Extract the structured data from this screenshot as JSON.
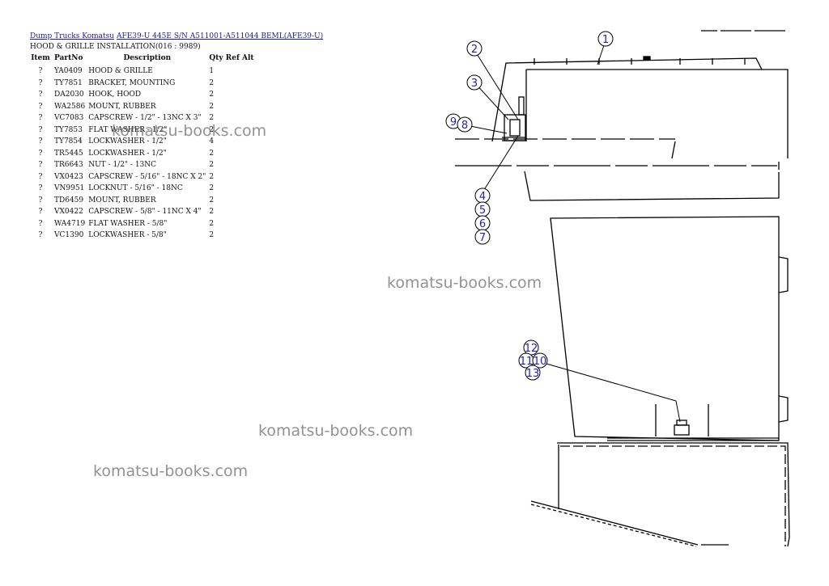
{
  "breadcrumb": {
    "link1": "Dump Trucks Komatsu",
    "link2": "AFE39-U 445E S/N A511001-A511044 BEML(AFE39-U)"
  },
  "page_title": "HOOD & GRILLE INSTALLATION(016 : 9989)",
  "table": {
    "headers": {
      "item": "Item",
      "partno": "PartNo",
      "description": "Description",
      "qty": "Qty",
      "ref": "Ref",
      "alt": "Alt"
    },
    "rows": [
      {
        "item": "?",
        "partno": "YA0409",
        "description": "HOOD & GRILLE",
        "qty": "1"
      },
      {
        "item": "?",
        "partno": "TY7851",
        "description": "BRACKET, MOUNTING",
        "qty": "2"
      },
      {
        "item": "?",
        "partno": "DA2030",
        "description": "HOOK, HOOD",
        "qty": "2"
      },
      {
        "item": "?",
        "partno": "WA2586",
        "description": "MOUNT, RUBBER",
        "qty": "2"
      },
      {
        "item": "?",
        "partno": "VC7083",
        "description": "CAPSCREW - 1/2\" - 13NC X 3\"",
        "qty": "2"
      },
      {
        "item": "?",
        "partno": "TY7853",
        "description": "FLAT WASHER - 1/2\"",
        "qty": "2"
      },
      {
        "item": "?",
        "partno": "TY7854",
        "description": "LOCKWASHER - 1/2\"",
        "qty": "4"
      },
      {
        "item": "?",
        "partno": "TR5445",
        "description": "LOCKWASHER - 1/2\"",
        "qty": "2"
      },
      {
        "item": "?",
        "partno": "TR6643",
        "description": "NUT - 1/2\" - 13NC",
        "qty": "2"
      },
      {
        "item": "?",
        "partno": "VX0423",
        "description": "CAPSCREW - 5/16\" - 18NC X 2\"",
        "qty": "2"
      },
      {
        "item": "?",
        "partno": "VN9951",
        "description": "LOCKNUT - 5/16\" - 18NC",
        "qty": "2"
      },
      {
        "item": "?",
        "partno": "TD6459",
        "description": "MOUNT, RUBBER",
        "qty": "2"
      },
      {
        "item": "?",
        "partno": "VX0422",
        "description": "CAPSCREW - 5/8\" - 11NC X 4\"",
        "qty": "2"
      },
      {
        "item": "?",
        "partno": "WA4719",
        "description": "FLAT WASHER - 5/8\"",
        "qty": "2"
      },
      {
        "item": "?",
        "partno": "VC1390",
        "description": "LOCKWASHER - 5/8\"",
        "qty": "2"
      }
    ]
  },
  "watermark_text": "komatsu-books.com",
  "callouts": [
    "1",
    "2",
    "3",
    "9",
    "8",
    "4",
    "5",
    "6",
    "7",
    "12",
    "11",
    "10",
    "13"
  ],
  "colors": {
    "link": "#1a1aa8",
    "callout": "#2020c0",
    "watermark": "#6e6e6e"
  }
}
